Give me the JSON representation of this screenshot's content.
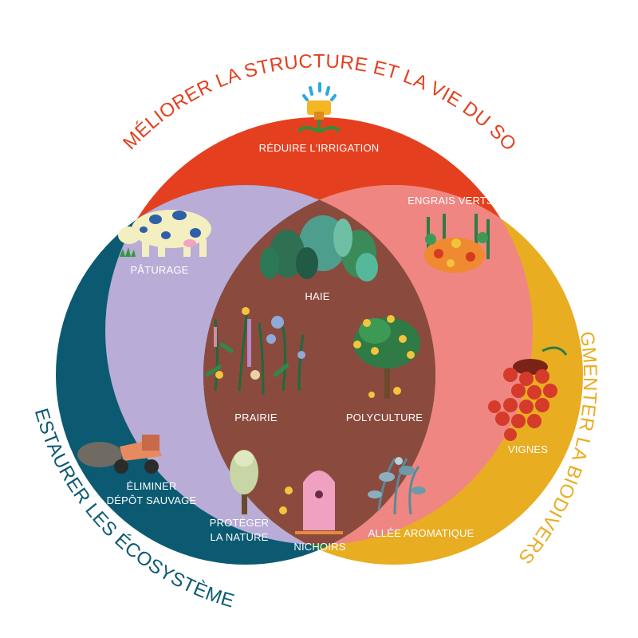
{
  "circles": {
    "top": {
      "title": "AMÉLIORER LA STRUCTURE ET LA VIE DU SOL",
      "color": "#e4401f"
    },
    "right": {
      "title": "AUGMENTER LA BIODIVERSITÉ",
      "color": "#e9ad22"
    },
    "left": {
      "title": "RESTAURER LES ÉCOSYSTÈMES",
      "color": "#0b5a72"
    }
  },
  "overlap_colors": {
    "top_left": "#b9acd6",
    "top_right": "#ef8682",
    "left_right": "#1f7d3c",
    "center": "#8b4a3e"
  },
  "labels": {
    "reduire": "RÉDUIRE L'IRRIGATION",
    "engrais": "ENGRAIS VERTS",
    "paturage": "PÂTURAGE",
    "haie": "HAIE",
    "prairie": "PRAIRIE",
    "polyculture": "POLYCULTURE",
    "vignes": "VIGNES",
    "eliminer_1": "ÉLIMINER",
    "eliminer_2": "DÉPÔT SAUVAGE",
    "proteger_1": "PROTÉGER",
    "proteger_2": "LA NATURE",
    "nichoirs": "NICHOIRS",
    "allee": "ALLÉE AROMATIQUE"
  },
  "icons": [
    "sprinkler-icon",
    "cow-icon",
    "hedge-icon",
    "green-manure-icon",
    "meadow-icon",
    "fruit-tree-icon",
    "grapes-icon",
    "truck-icon",
    "tree-icon",
    "birdhouse-icon",
    "herbs-icon"
  ]
}
